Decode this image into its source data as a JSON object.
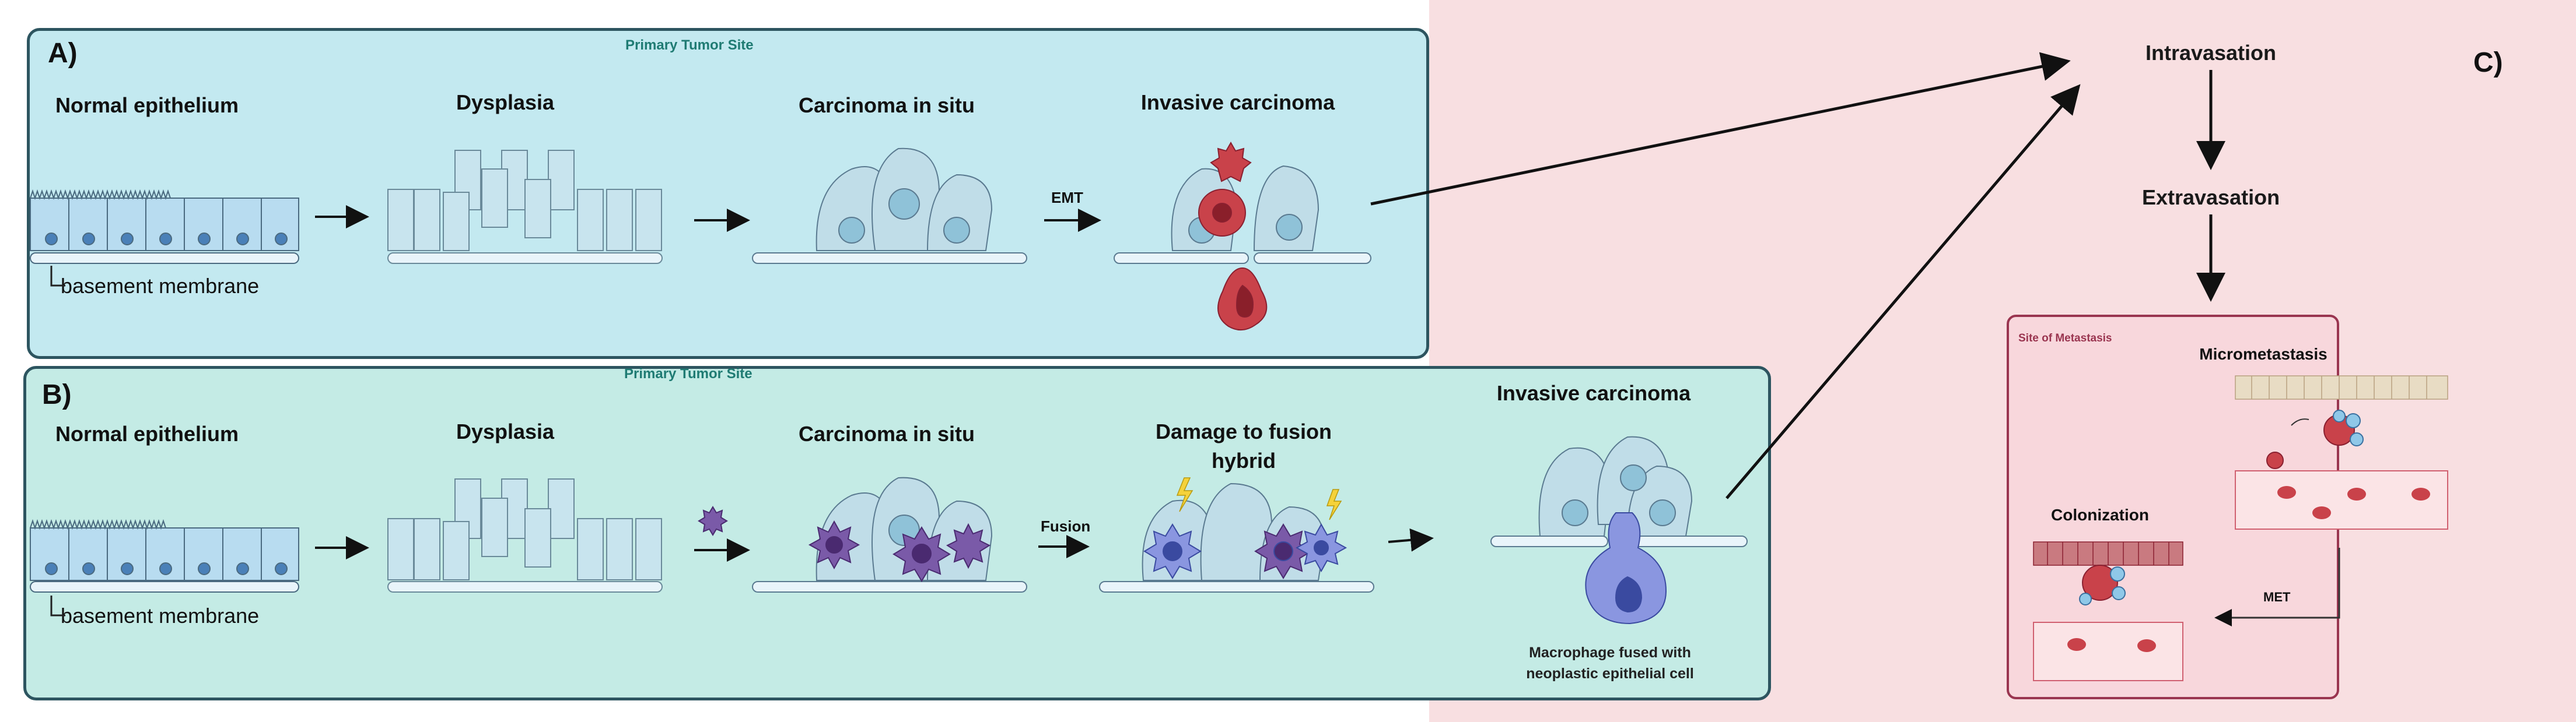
{
  "panel_a": {
    "letter": "A)",
    "site_label": "Primary Tumor Site",
    "stages": [
      "Normal epithelium",
      "Dysplasia",
      "Carcinoma in situ",
      "Invasive carcinoma"
    ],
    "bm_label": "basement membrane",
    "transition_label": "EMT"
  },
  "panel_b": {
    "letter": "B)",
    "site_label": "Primary Tumor Site",
    "stages": [
      "Normal epithelium",
      "Dysplasia",
      "Carcinoma in situ",
      "Damage to fusion",
      "hybrid",
      "Invasive carcinoma"
    ],
    "bm_label": "basement membrane",
    "transition_label": "Fusion",
    "note_line1": "Macrophage fused with",
    "note_line2": "neoplastic epithelial cell"
  },
  "panel_c": {
    "letter": "C)",
    "steps": [
      "Intravasation",
      "Extravasation"
    ],
    "metastasis_box": {
      "site_label": "Site of Metastasis",
      "micrometastasis": "Micrometastasis",
      "colonization": "Colonization",
      "met_label": "MET"
    }
  },
  "colors": {
    "panel_a_bg": "#c3e9f0",
    "panel_b_bg": "#c4ebe5",
    "right_bg": "#f8dfe1",
    "tumor_cell": "#c9424a",
    "macrophage": "#7a5aa8",
    "fused_cell": "#8a96e0"
  }
}
